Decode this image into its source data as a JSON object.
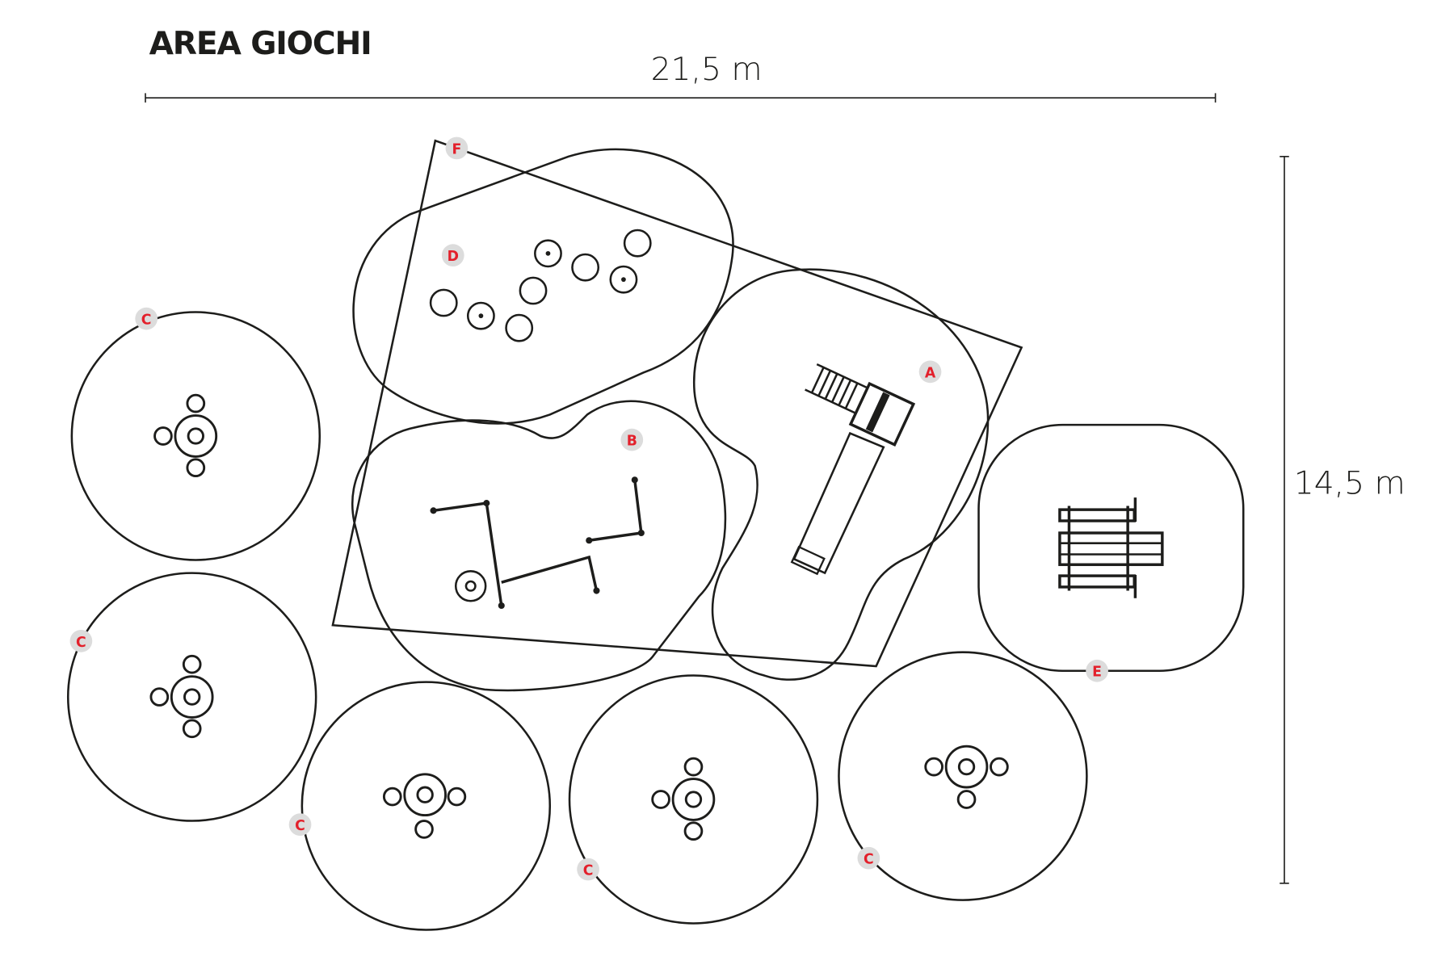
{
  "title": "AREA GIOCHI",
  "dimensions": {
    "width": "21,5 m",
    "height": "14,5 m"
  },
  "labels": [
    "F",
    "D",
    "C",
    "A",
    "B",
    "C",
    "E",
    "C",
    "C",
    "C"
  ],
  "colors": {
    "label_text": "#e3202b",
    "label_bg": "#dcdcdc",
    "line": "#1d1d1b"
  }
}
